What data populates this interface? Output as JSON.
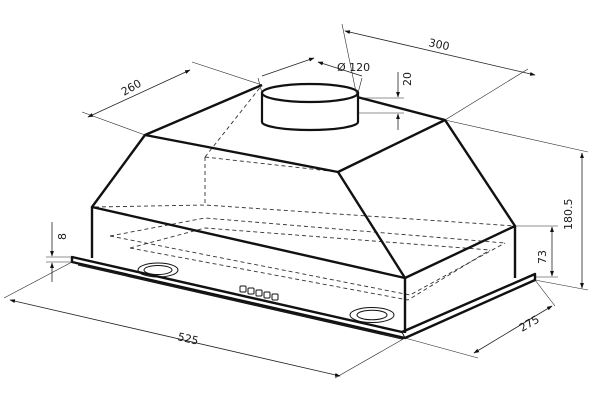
{
  "dimensions": {
    "depth_top": "260",
    "width_top": "300",
    "duct_diameter": "Ø 120",
    "duct_height": "20",
    "total_height": "180.5",
    "body_height": "73",
    "plate_thickness": "8",
    "width_base": "525",
    "depth_base": "275"
  },
  "colors": {
    "line": "#111111",
    "background": "#ffffff"
  }
}
